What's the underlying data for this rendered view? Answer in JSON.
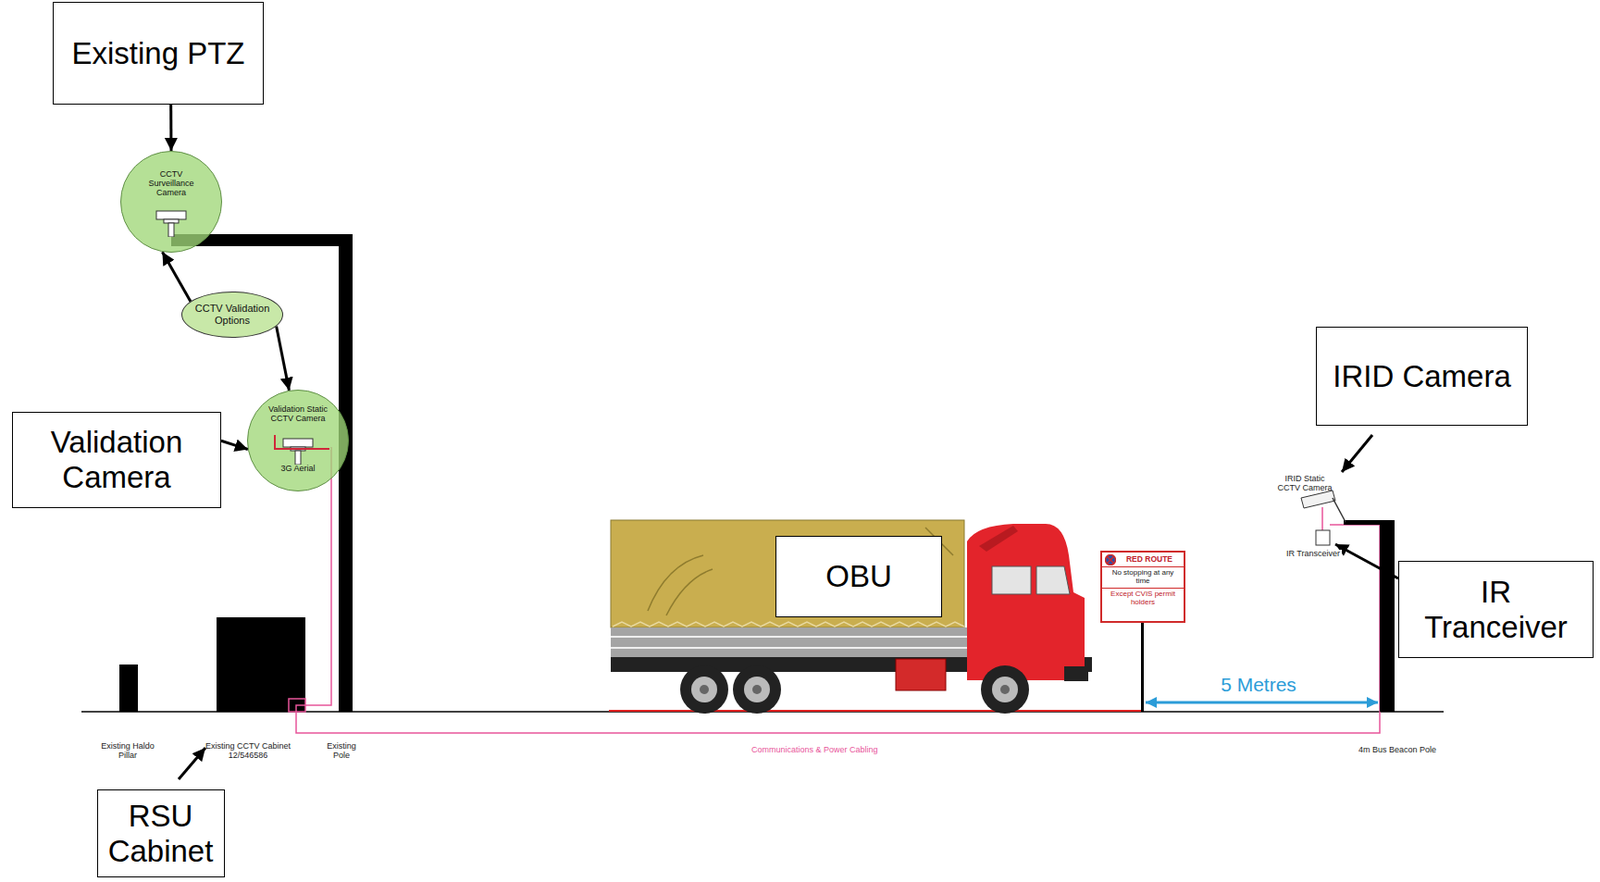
{
  "diagram": {
    "nodes": [
      {
        "text": [
          "Existing PTZ"
        ]
      },
      {
        "text": [
          "CCTV Surveillance Camera"
        ]
      },
      {
        "text": [
          "CCTV Validation Options"
        ]
      },
      {
        "text": [
          "IRID Camera"
        ]
      },
      {
        "text": [
          "Validation Camera"
        ]
      },
      {
        "text": [
          "Validation Static CCTV Camera",
          "3G Aerial"
        ]
      },
      {
        "text": [
          "OBU"
        ]
      },
      {
        "text": [
          "RED ROUTE",
          "No stopping at any time",
          "Except CVIS permit holders"
        ]
      },
      {
        "text": [
          "IR Tranceiver"
        ]
      },
      {
        "text": [
          "RSU Cabinet"
        ]
      }
    ],
    "edges": [
      {
        "from": 0,
        "to": 1,
        "arrow": "to"
      },
      {
        "from": 2,
        "to": 1,
        "arrow": "to"
      },
      {
        "from": 2,
        "to": 5,
        "arrow": "to"
      },
      {
        "from": 4,
        "to": 5,
        "arrow": "to"
      }
    ],
    "labels": [
      "IRID Static CCTV Camera",
      "IR Transceiver",
      "Existing Haldo Pillar",
      "Existing CCTV Cabinet 12/546586",
      "Existing Pole",
      "Communications & Power Cabling",
      "4m Bus Beacon Pole",
      "5 Metres"
    ]
  }
}
